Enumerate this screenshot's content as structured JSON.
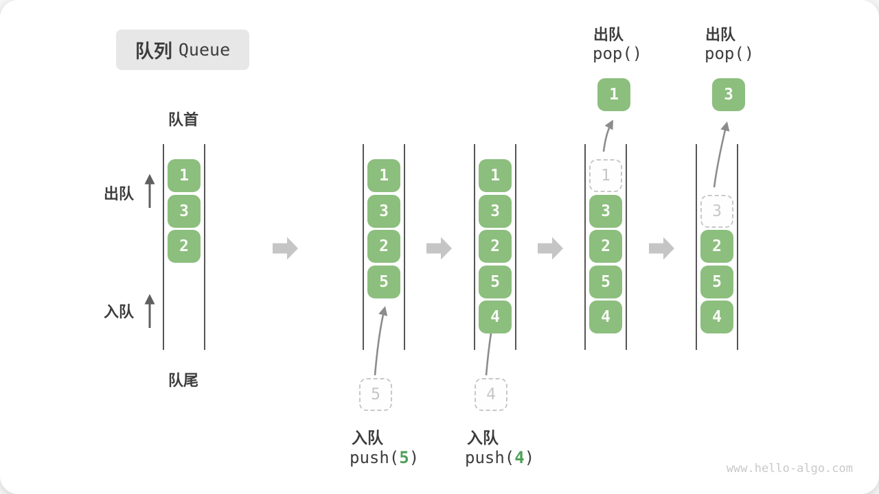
{
  "title": {
    "zh": "队列",
    "en": "Queue"
  },
  "labels": {
    "front": "队首",
    "rear": "队尾",
    "dequeue": "出队",
    "enqueue": "入队"
  },
  "queues": [
    {
      "boxes": [
        {
          "v": "1"
        },
        {
          "v": "3"
        },
        {
          "v": "2"
        }
      ]
    },
    {
      "boxes": [
        {
          "v": "1"
        },
        {
          "v": "3"
        },
        {
          "v": "2"
        },
        {
          "v": "5"
        }
      ]
    },
    {
      "boxes": [
        {
          "v": "1"
        },
        {
          "v": "3"
        },
        {
          "v": "2"
        },
        {
          "v": "5"
        },
        {
          "v": "4"
        }
      ]
    },
    {
      "boxes": [
        {
          "v": "1",
          "dashed": true
        },
        {
          "v": "3"
        },
        {
          "v": "2"
        },
        {
          "v": "5"
        },
        {
          "v": "4"
        }
      ]
    },
    {
      "boxes": [
        {
          "v": "3",
          "dashed": true
        },
        {
          "v": "2"
        },
        {
          "v": "5"
        },
        {
          "v": "4"
        }
      ]
    }
  ],
  "ops": {
    "enqueue5": {
      "label": "入队",
      "fn": "push(",
      "arg": "5",
      "close": ")",
      "staged": "5"
    },
    "enqueue4": {
      "label": "入队",
      "fn": "push(",
      "arg": "4",
      "close": ")",
      "staged": "4"
    },
    "pop1": {
      "label": "出队",
      "fn": "pop()",
      "popped": "1"
    },
    "pop3": {
      "label": "出队",
      "fn": "pop()",
      "popped": "3"
    }
  },
  "watermark": "www.hello-algo.com",
  "colors": {
    "box-green": "#8CBE7E",
    "box-text": "#F8FAF5",
    "accent-green": "#4FA058",
    "dashed-border": "#C8C8C8",
    "dashed-text": "#C6C6C6",
    "wall": "#555555",
    "thin-arrow": "#8C8C8C",
    "label-arrow": "#5F5F5F",
    "block-arrow": "#C5C5C5",
    "text-dark": "#3D3D3D",
    "title-bg": "#E7E7E7",
    "watermark": "#C9C9C9"
  }
}
